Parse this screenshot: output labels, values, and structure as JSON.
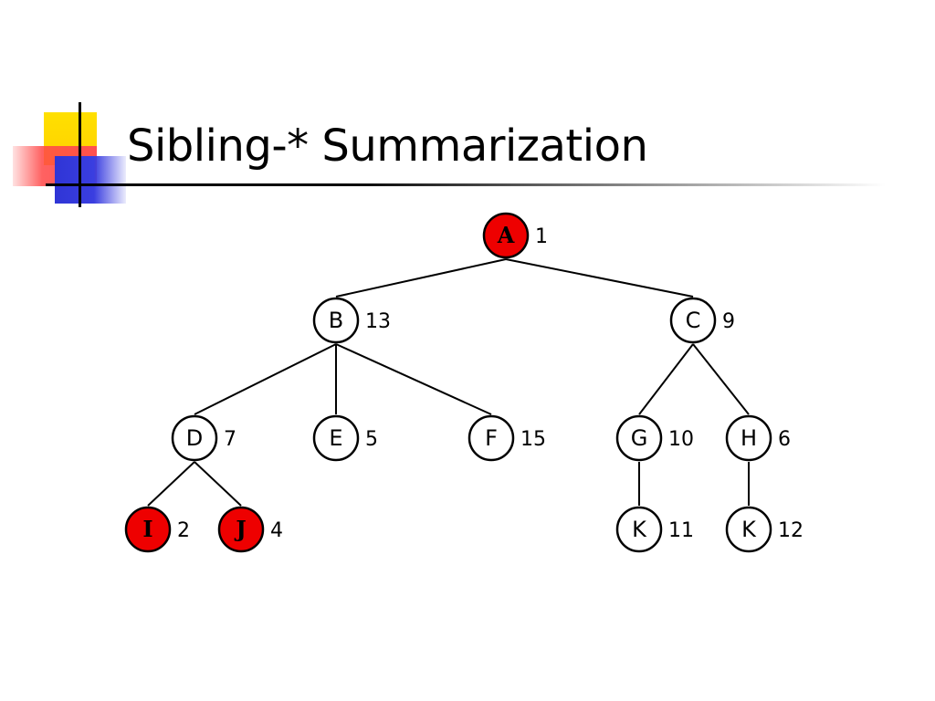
{
  "title": "Sibling-* Summarization",
  "colors": {
    "highlight_fill": "#ee0000",
    "node_fill": "#ffffff",
    "stroke": "#000000",
    "deco_yellow": "#ffd100",
    "deco_red": "#ff5050",
    "deco_blue": "#3a3ee0"
  },
  "tree": {
    "nodes": [
      {
        "id": "A",
        "label": "A",
        "value": "1",
        "highlighted": true
      },
      {
        "id": "B",
        "label": "B",
        "value": "13",
        "highlighted": false
      },
      {
        "id": "C",
        "label": "C",
        "value": "9",
        "highlighted": false
      },
      {
        "id": "D",
        "label": "D",
        "value": "7",
        "highlighted": false
      },
      {
        "id": "E",
        "label": "E",
        "value": "5",
        "highlighted": false
      },
      {
        "id": "F",
        "label": "F",
        "value": "15",
        "highlighted": false
      },
      {
        "id": "G",
        "label": "G",
        "value": "10",
        "highlighted": false
      },
      {
        "id": "H",
        "label": "H",
        "value": "6",
        "highlighted": false
      },
      {
        "id": "I",
        "label": "I",
        "value": "2",
        "highlighted": true
      },
      {
        "id": "J",
        "label": "J",
        "value": "4",
        "highlighted": true
      },
      {
        "id": "K1",
        "label": "K",
        "value": "11",
        "highlighted": false
      },
      {
        "id": "K2",
        "label": "K",
        "value": "12",
        "highlighted": false
      }
    ],
    "edges": [
      [
        "A",
        "B"
      ],
      [
        "A",
        "C"
      ],
      [
        "B",
        "D"
      ],
      [
        "B",
        "E"
      ],
      [
        "B",
        "F"
      ],
      [
        "C",
        "G"
      ],
      [
        "C",
        "H"
      ],
      [
        "D",
        "I"
      ],
      [
        "D",
        "J"
      ],
      [
        "G",
        "K1"
      ],
      [
        "H",
        "K2"
      ]
    ]
  }
}
